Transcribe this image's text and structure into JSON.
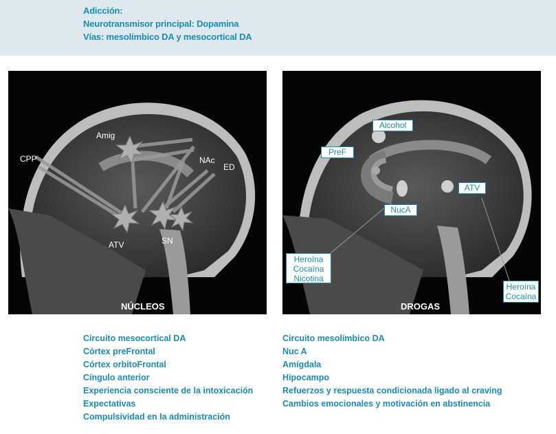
{
  "header": {
    "line1": "Adicción:",
    "line2": "Neurotransmisor principal: Dopamina",
    "line3": "Vías: mesolímbico DA y mesocortical DA"
  },
  "left_panel": {
    "labels": {
      "amig": "Amig",
      "nac": "NAc",
      "cpp": "CPP",
      "ed": "ED",
      "atv": "ATV",
      "sn": "SN"
    },
    "caption": "NÚCLEOS"
  },
  "right_panel": {
    "boxes": {
      "alcohol": "Alcohol",
      "pref": "PreF",
      "atv": "ATV",
      "nuca": "NucA",
      "drugs_left": [
        "Heroína",
        "Cocaína",
        "Nicotina"
      ],
      "drugs_right": [
        "Heroína",
        "Cocaína"
      ]
    },
    "caption": "DROGAS"
  },
  "lists": {
    "left": [
      "Circuito mesocortical DA",
      "Córtex preFrontal",
      "Córtex orbitoFrontal",
      "Cíngulo anterior",
      "Experiencia consciente de la intoxicación",
      "Expectativas",
      "Compulsividad en la administración"
    ],
    "right": [
      "Circuito mesolímbico DA",
      "Nuc A",
      "Amígdala",
      "Hipocampo",
      "Refuerzos y respuesta condicionada ligado al craving",
      "Cambios emocionales y motivación en abstinencia"
    ]
  },
  "colors": {
    "accent": "#1a8bb3",
    "header_bg": "#dde9ef"
  }
}
